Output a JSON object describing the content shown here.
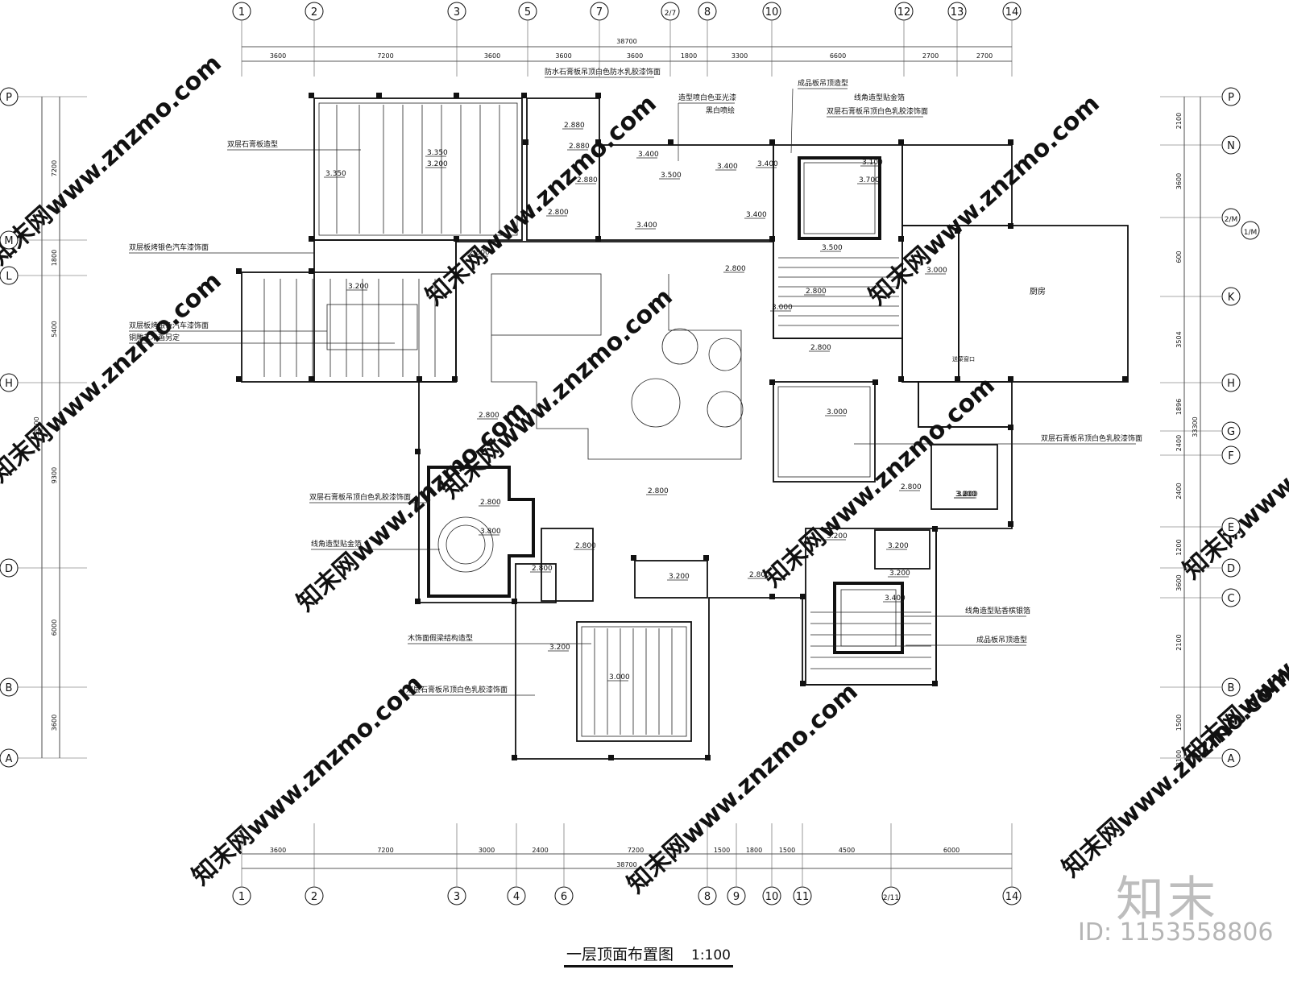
{
  "drawing": {
    "title": "一层顶面布置图",
    "scale": "1:100",
    "total_width": "38700",
    "total_height": "33300"
  },
  "top_axes": [
    {
      "label": "1"
    },
    {
      "label": "2"
    },
    {
      "label": "3"
    },
    {
      "label": "5"
    },
    {
      "label": "7"
    },
    {
      "label": "2/7"
    },
    {
      "label": "8"
    },
    {
      "label": "10"
    },
    {
      "label": "12"
    },
    {
      "label": "13"
    },
    {
      "label": "14"
    }
  ],
  "top_dims": [
    "3600",
    "7200",
    "3600",
    "3600",
    "3600",
    "1800",
    "3300",
    "6600",
    "2700",
    "2700"
  ],
  "bottom_axes": [
    {
      "label": "1"
    },
    {
      "label": "2"
    },
    {
      "label": "3"
    },
    {
      "label": "4"
    },
    {
      "label": "6"
    },
    {
      "label": "8"
    },
    {
      "label": "9"
    },
    {
      "label": "10"
    },
    {
      "label": "11"
    },
    {
      "label": "2/11"
    },
    {
      "label": "14"
    }
  ],
  "bottom_dims": [
    "3600",
    "7200",
    "3000",
    "2400",
    "7200",
    "1500",
    "1800",
    "1500",
    "4500",
    "6000"
  ],
  "left_axes": [
    {
      "label": "P"
    },
    {
      "label": "M"
    },
    {
      "label": "L"
    },
    {
      "label": "H"
    },
    {
      "label": "D"
    },
    {
      "label": "B"
    },
    {
      "label": "A"
    }
  ],
  "left_dims": [
    "7200",
    "1800",
    "5400",
    "9300",
    "6000",
    "3600"
  ],
  "right_axes": [
    {
      "label": "P"
    },
    {
      "label": "N"
    },
    {
      "label": "2/M"
    },
    {
      "label": "K"
    },
    {
      "label": "H"
    },
    {
      "label": "G"
    },
    {
      "label": "F"
    },
    {
      "label": "E"
    },
    {
      "label": "D"
    },
    {
      "label": "C"
    },
    {
      "label": "B"
    },
    {
      "label": "A"
    }
  ],
  "right_extra_axis": "1/M",
  "right_dims": [
    "2100",
    "3600",
    "600",
    "3504",
    "1896",
    "2400",
    "2400",
    "1200",
    "3600",
    "2100",
    "1500",
    "8100"
  ],
  "annotations": [
    "防水石膏板吊顶白色防水乳胶漆饰面",
    "成品板吊顶造型",
    "造型喷白色亚光漆",
    "黑白喷绘",
    "线角造型贴金箔",
    "双层石膏板吊顶白色乳胶漆饰面",
    "双层石膏板造型",
    "双层板烤银色汽车漆饰面",
    "双层板烤银色汽车漆饰面",
    "铜雕艺术画另定",
    "双层石膏板吊顶白色乳胶漆饰面",
    "双层石膏板吊顶白色乳胶漆饰面",
    "线角造型贴金箔",
    "线角造型贴香槟银箔",
    "成品板吊顶造型",
    "木饰面假梁结构造型",
    "双层石膏板吊顶白色乳胶漆饰面"
  ],
  "room_labels": {
    "kitchen": "厨房",
    "serving_window": "送菜窗口"
  },
  "elevations": [
    "3.350",
    "3.200",
    "3.350",
    "2.880",
    "2.880",
    "2.880",
    "2.800",
    "3.400",
    "3.500",
    "3.400",
    "3.400",
    "3.400",
    "3.400",
    "3.100",
    "3.700",
    "3.500",
    "3.000",
    "2.800",
    "2.800",
    "3.200",
    "2.800",
    "3.000",
    "2.800",
    "3.000",
    "3.000",
    "2.800",
    "2.800",
    "2.800",
    "3.800",
    "2.800",
    "2.800",
    "3.200",
    "2.800",
    "3.200",
    "3.200",
    "3.200",
    "3.400",
    "3.200",
    "3.000",
    "2.800",
    "3.200",
    "3.000"
  ],
  "watermark": "知末网www.znzmo.com",
  "brand": {
    "logo": "知末",
    "id": "ID: 1153558806"
  },
  "colors": {
    "line": "#111111",
    "watermark": "#d9d9d9",
    "background": "#ffffff"
  }
}
